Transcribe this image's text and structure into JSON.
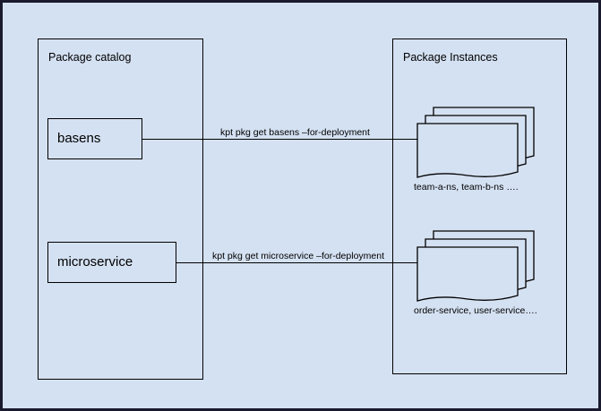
{
  "diagram": {
    "title_visible": false,
    "background_color": "#d4e1f2",
    "border_color": "#1a1a2e",
    "line_color": "#000000"
  },
  "catalog": {
    "title": "Package catalog",
    "packages": [
      {
        "name": "basens"
      },
      {
        "name": "microservice"
      }
    ]
  },
  "instances": {
    "title": "Package Instances",
    "stacks": [
      {
        "caption": "team-a-ns, team-b-ns ….",
        "sheets": 3
      },
      {
        "caption": "order-service, user-service….",
        "sheets": 3
      }
    ]
  },
  "arrows": [
    {
      "label": "kpt pkg get basens –for-deployment"
    },
    {
      "label": "kpt pkg get microservice –for-deployment"
    }
  ]
}
